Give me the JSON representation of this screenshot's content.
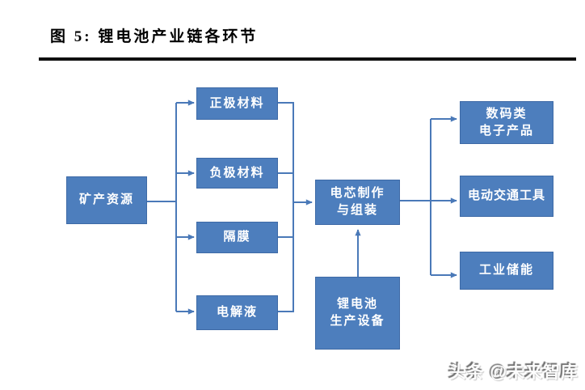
{
  "figure": {
    "title": "图 5: 锂电池产业链各环节"
  },
  "diagram": {
    "nodes": [
      {
        "id": "mineral-resources",
        "label": "矿产资源"
      },
      {
        "id": "cathode-materials",
        "label": "正极材料"
      },
      {
        "id": "anode-materials",
        "label": "负极材料"
      },
      {
        "id": "separator",
        "label": "隔膜"
      },
      {
        "id": "electrolyte",
        "label": "电解液"
      },
      {
        "id": "cell-production-assembly",
        "label": "电芯制作\n与组装"
      },
      {
        "id": "battery-production-equipment",
        "label": "锂电池\n生产设备"
      },
      {
        "id": "digital-electronics",
        "label": "数码类\n电子产品"
      },
      {
        "id": "electric-transportation",
        "label": "电动交通工具"
      },
      {
        "id": "industrial-energy-storage",
        "label": "工业储能"
      }
    ]
  },
  "watermark": {
    "text": "头条 @未来智库"
  },
  "colors": {
    "node_fill": "#4d7ebd",
    "node_border": "#3e6aa6",
    "node_text": "#ffffff",
    "connector": "#4a79b8",
    "divider": "#101010",
    "title_text": "#000000",
    "watermark_shadow": "#6f6f6f"
  }
}
